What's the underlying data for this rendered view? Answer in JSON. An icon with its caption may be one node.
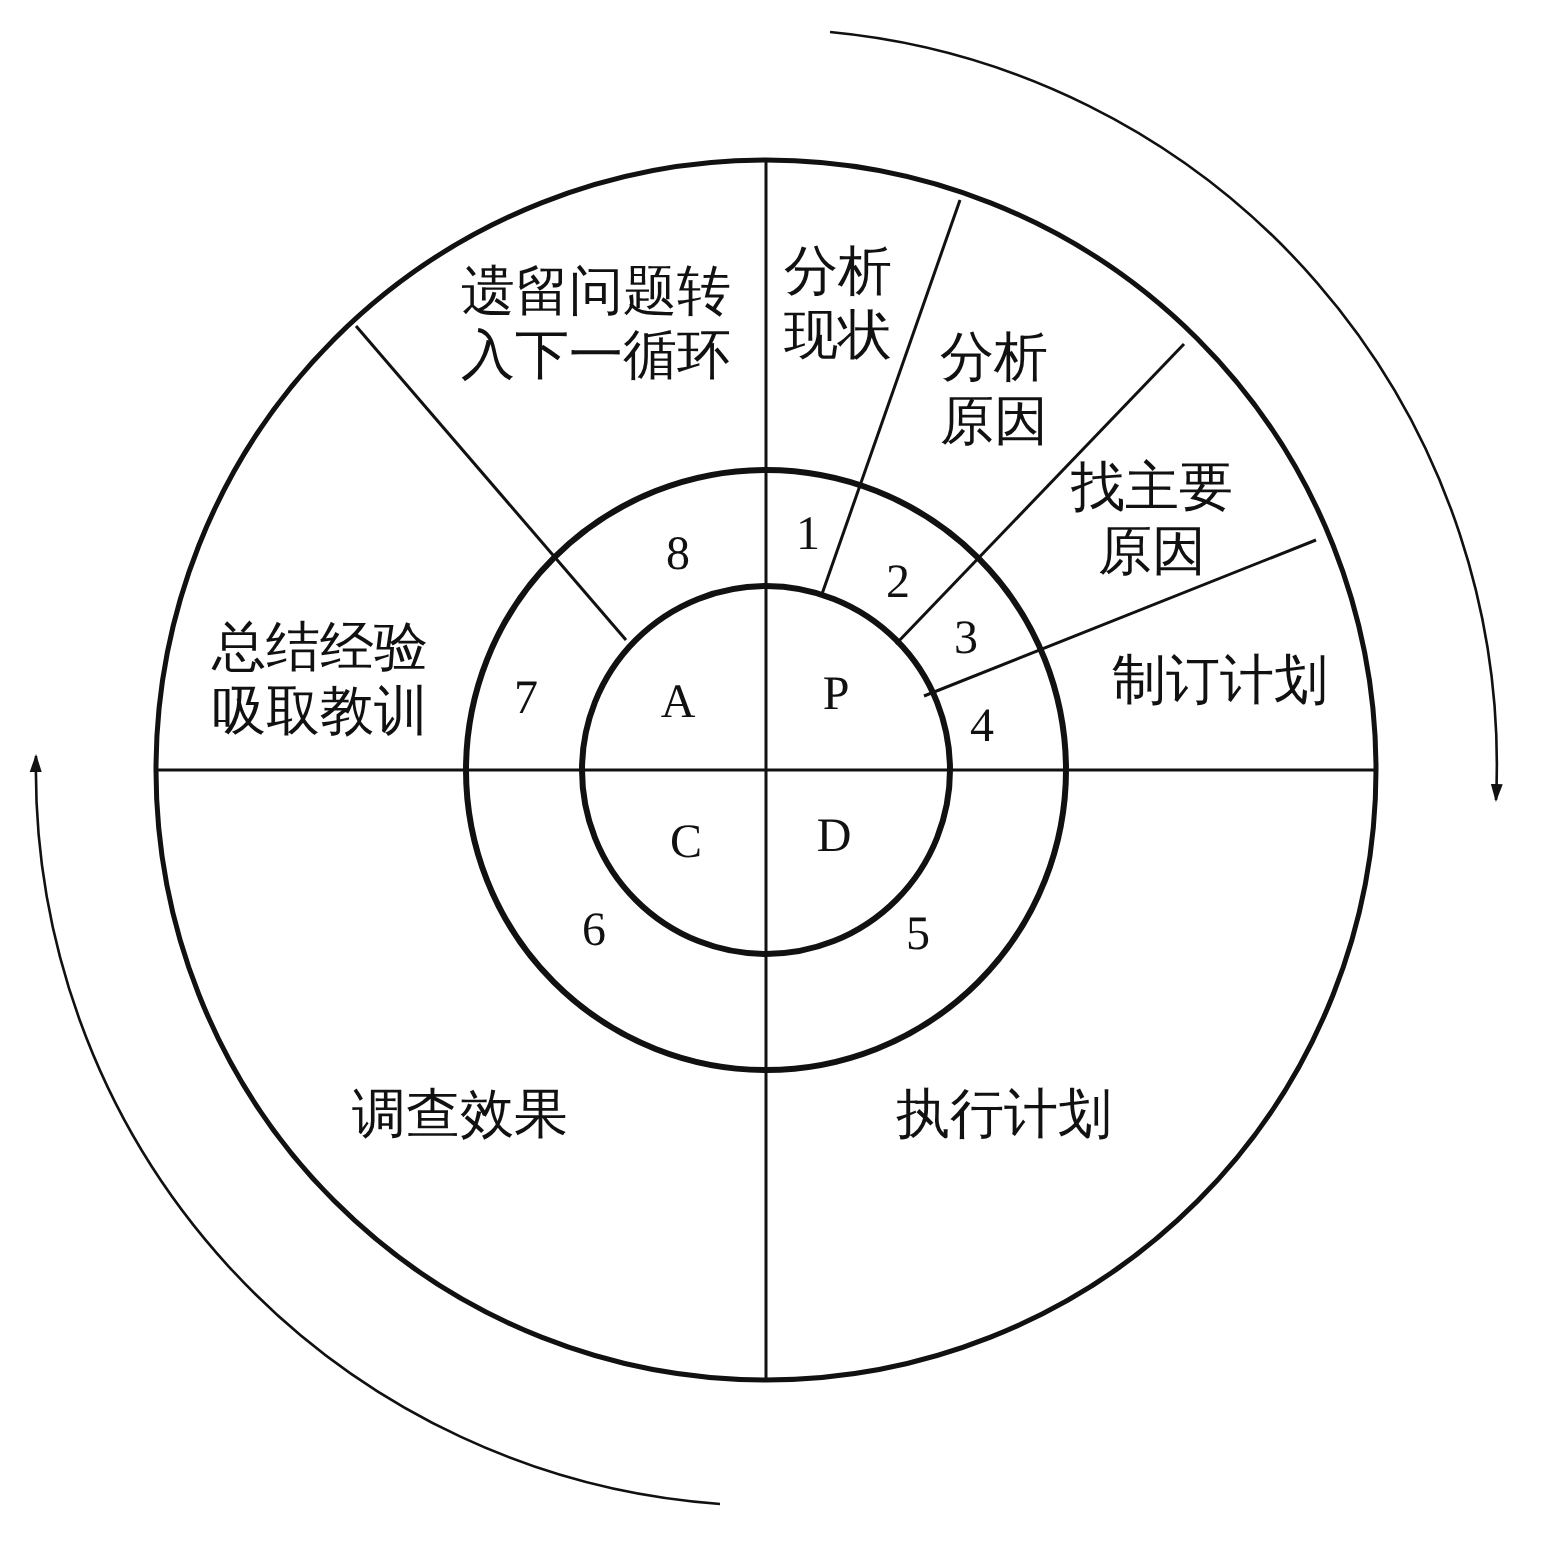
{
  "diagram": {
    "labels": [
      "遗留问题转入下一循环",
      "分析现状",
      "分析原因",
      "找主要原因",
      "8",
      "1",
      "2",
      "3",
      "总结经验吸取教训",
      "7",
      "A",
      "P",
      "制订计划",
      "4",
      "C",
      "D",
      "6",
      "5",
      "调查效果",
      "执行计划"
    ]
  }
}
